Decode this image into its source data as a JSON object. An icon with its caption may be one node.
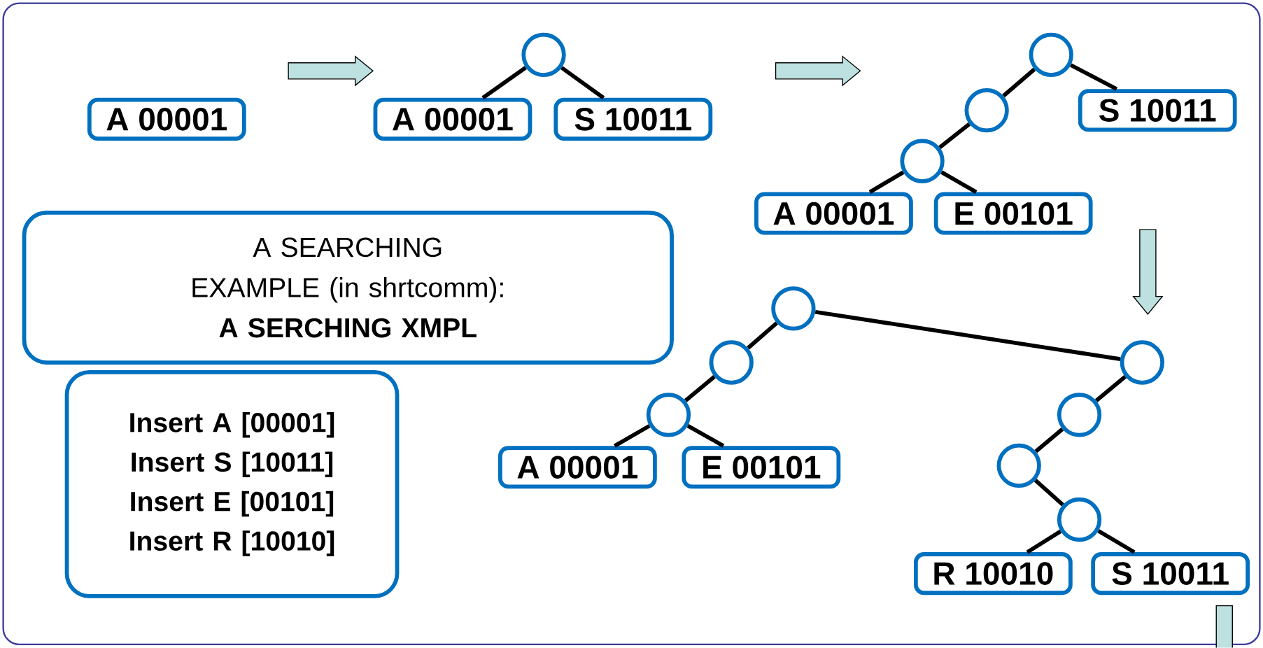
{
  "diagram": {
    "nodes": [
      {
        "text": [
          "A 00001"
        ]
      },
      {
        "text": [],
        "shape": "circle"
      },
      {
        "text": [
          "A 00001"
        ]
      },
      {
        "text": [
          "S 10011"
        ]
      },
      {
        "text": [],
        "shape": "circle"
      },
      {
        "text": [],
        "shape": "circle"
      },
      {
        "text": [],
        "shape": "circle"
      },
      {
        "text": [
          "A 00001"
        ]
      },
      {
        "text": [
          "E 00101"
        ]
      },
      {
        "text": [
          "S 10011"
        ]
      },
      {
        "text": [],
        "shape": "circle"
      },
      {
        "text": [],
        "shape": "circle"
      },
      {
        "text": [],
        "shape": "circle"
      },
      {
        "text": [
          "A 00001"
        ]
      },
      {
        "text": [
          "E 00101"
        ]
      },
      {
        "text": [],
        "shape": "circle"
      },
      {
        "text": [],
        "shape": "circle"
      },
      {
        "text": [],
        "shape": "circle"
      },
      {
        "text": [],
        "shape": "circle"
      },
      {
        "text": [
          "R 10010"
        ]
      },
      {
        "text": [
          "S 10011"
        ]
      },
      {
        "text": [
          "A SEARCHING EXAMPLE (in shrtcomm):",
          "A SERCHING XMPL"
        ]
      },
      {
        "text": [
          "Insert A [00001]",
          "Insert S [10011]",
          "Insert E [00101]",
          "Insert R [10010]"
        ]
      }
    ],
    "edges": [
      {
        "from": 1,
        "to": 2,
        "arrow": "none"
      },
      {
        "from": 1,
        "to": 3,
        "arrow": "none"
      },
      {
        "from": 4,
        "to": 5,
        "arrow": "none"
      },
      {
        "from": 4,
        "to": 9,
        "arrow": "none"
      },
      {
        "from": 5,
        "to": 6,
        "arrow": "none"
      },
      {
        "from": 6,
        "to": 7,
        "arrow": "none"
      },
      {
        "from": 6,
        "to": 8,
        "arrow": "none"
      },
      {
        "from": 10,
        "to": 11,
        "arrow": "none"
      },
      {
        "from": 10,
        "to": 15,
        "arrow": "none"
      },
      {
        "from": 11,
        "to": 12,
        "arrow": "none"
      },
      {
        "from": 12,
        "to": 13,
        "arrow": "none"
      },
      {
        "from": 12,
        "to": 14,
        "arrow": "none"
      },
      {
        "from": 15,
        "to": 16,
        "arrow": "none"
      },
      {
        "from": 16,
        "to": 17,
        "arrow": "none"
      },
      {
        "from": 17,
        "to": 18,
        "arrow": "none"
      },
      {
        "from": 18,
        "to": 19,
        "arrow": "none"
      },
      {
        "from": 18,
        "to": 20,
        "arrow": "none"
      }
    ]
  }
}
